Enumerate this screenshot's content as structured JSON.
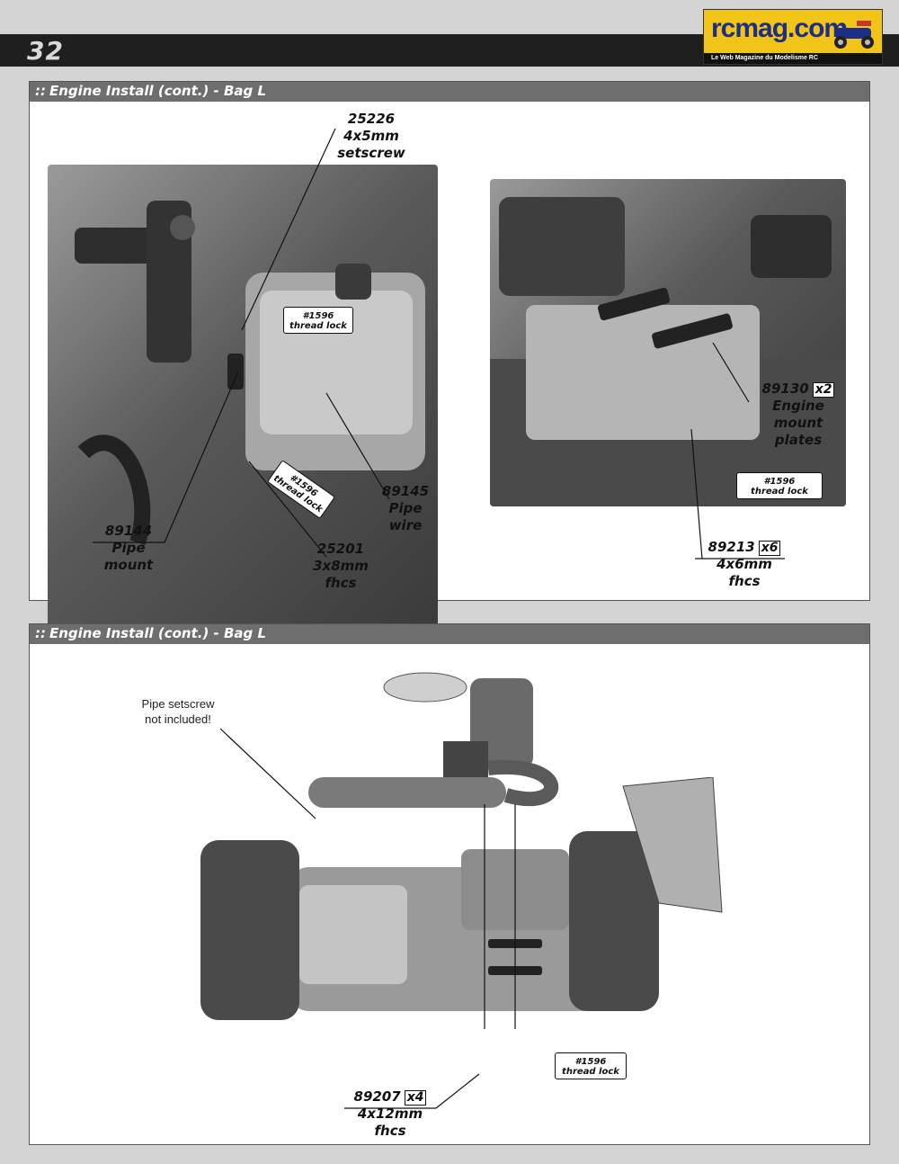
{
  "header": {
    "page_number": "32",
    "logo_text": "rcmag.com",
    "logo_subtitle": "Le Web Magazine du Modelisme RC"
  },
  "section1": {
    "title_dots": "::",
    "title": "Engine Install (cont.) - Bag L",
    "callouts": {
      "setscrew": {
        "num": "25226",
        "line1": "4x5mm",
        "line2": "setscrew"
      },
      "pipe_mount": {
        "num": "89144",
        "line1": "Pipe",
        "line2": "mount"
      },
      "pipe_wire": {
        "num": "89145",
        "line1": "Pipe",
        "line2": "wire"
      },
      "fhcs_3x8": {
        "num": "25201",
        "line1": "3x8mm",
        "line2": "fhcs"
      },
      "mount_plates": {
        "num": "89130",
        "qty": "x2",
        "line1": "Engine",
        "line2": "mount",
        "line3": "plates"
      },
      "fhcs_4x6": {
        "num": "89213",
        "qty": "x6",
        "line1": "4x6mm",
        "line2": "fhcs"
      }
    },
    "thread_lock": {
      "line1": "#1596",
      "line2": "thread lock"
    }
  },
  "section2": {
    "title_dots": "::",
    "title": "Engine Install (cont.) - Bag L",
    "note_line1": "Pipe setscrew",
    "note_line2": "not included!",
    "callouts": {
      "fhcs_4x12": {
        "num": "89207",
        "qty": "x4",
        "line1": "4x12mm",
        "line2": "fhcs"
      }
    },
    "thread_lock": {
      "line1": "#1596",
      "line2": "thread lock"
    }
  },
  "colors": {
    "header_bar": "#1f1f1f",
    "panel_head": "#6e6e6e",
    "logo_bg": "#f2c418",
    "logo_text": "#1b2f86"
  }
}
